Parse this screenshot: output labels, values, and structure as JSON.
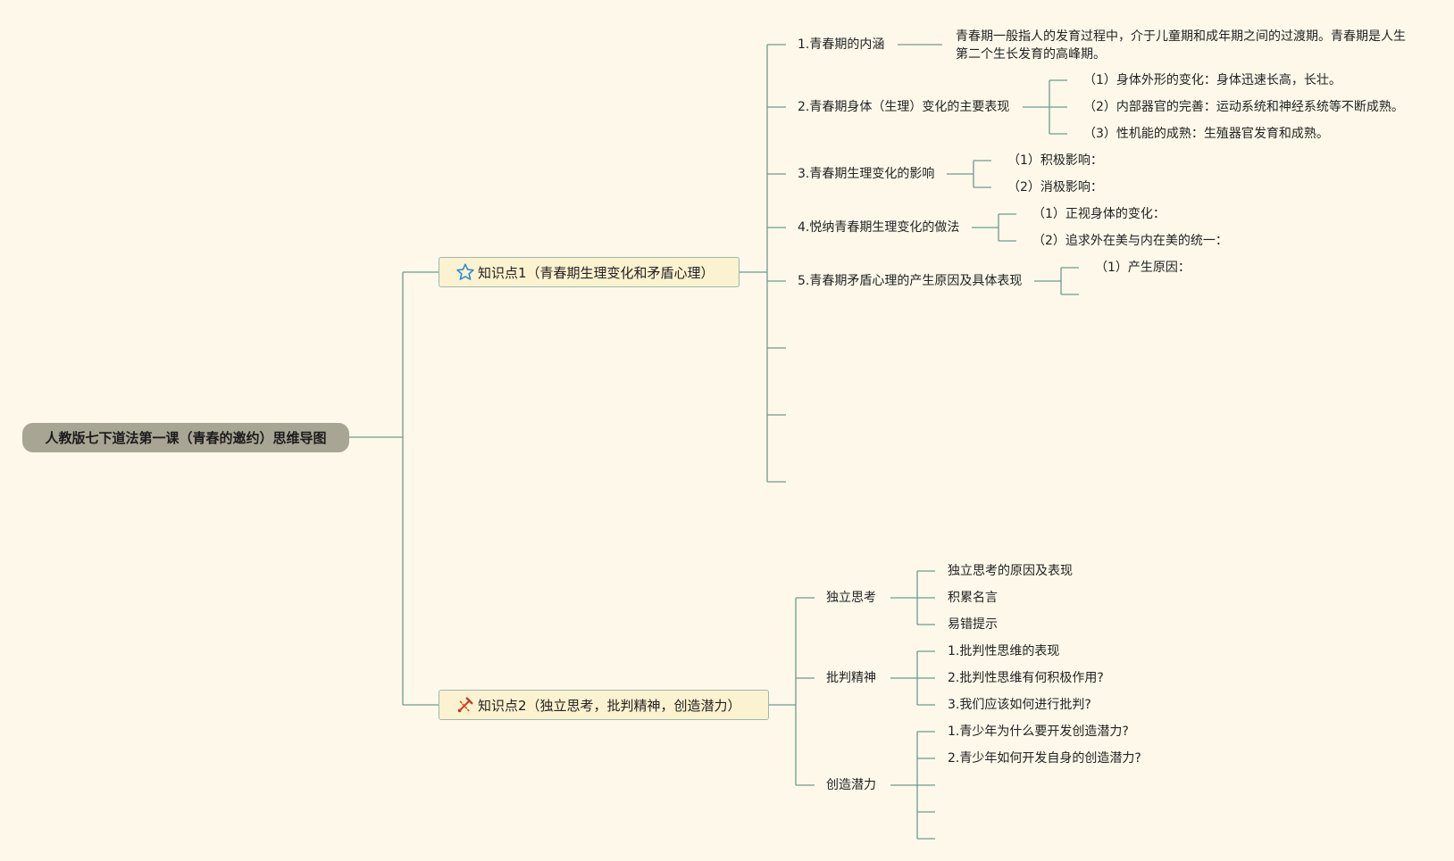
{
  "root": {
    "label": "人教版七下道法第一课（青春的邀约）思维导图"
  },
  "kp1": {
    "icon": "star-icon",
    "label": "知识点1（青春期生理变化和矛盾心理）",
    "b1": {
      "label": "1.青春期的内涵",
      "desc": "青春期一般指人的发育过程中，介于儿童期和成年期之间的过渡期。青春期是人生第二个生长发育的高峰期。"
    },
    "b2": {
      "label": "2.青春期身体（生理）变化的主要表现",
      "items": [
        "（1）身体外形的变化：身体迅速长高，长壮。",
        "（2）内部器官的完善：运动系统和神经系统等不断成熟。",
        "（3）性机能的成熟：生殖器官发育和成熟。"
      ]
    },
    "b3": {
      "label": "3.青春期生理变化的影响",
      "items": [
        "（1）积极影响：",
        "（2）消极影响："
      ]
    },
    "b4": {
      "label": "4.悦纳青春期生理变化的做法",
      "items": [
        "（1）正视身体的变化：",
        "（2）追求外在美与内在美的统一："
      ]
    },
    "b5": {
      "label": "5.青春期矛盾心理的产生原因及具体表现",
      "items": [
        "（1）产生原因："
      ]
    }
  },
  "kp2": {
    "icon": "tools-icon",
    "label": "知识点2（独立思考，批判精神，创造潜力）",
    "b1": {
      "label": "独立思考",
      "items": [
        "独立思考的原因及表现",
        "积累名言",
        "易错提示"
      ]
    },
    "b2": {
      "label": "批判精神",
      "items": [
        "1.批判性思维的表现",
        "2.批判性思维有何积极作用?",
        "3.我们应该如何进行批判?"
      ]
    },
    "b3": {
      "label": "创造潜力",
      "items": [
        "1.青少年为什么要开发创造潜力?",
        "2.青少年如何开发自身的创造潜力?"
      ]
    }
  },
  "colors": {
    "line": "#6e9a8f",
    "root_bg": "#a9a594",
    "node_bg": "#fbf2cf",
    "bg": "#fdf8ea"
  }
}
